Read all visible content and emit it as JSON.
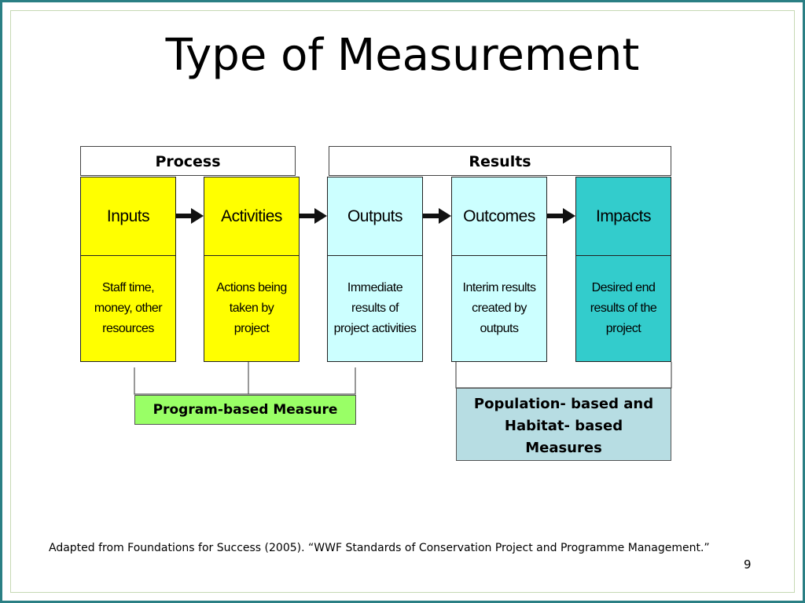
{
  "slide": {
    "title": "Type of Measurement",
    "page_number": "9",
    "citation": "Adapted from Foundations for Success (2005).  “WWF Standards of Conservation Project and Programme Management.”"
  },
  "diagram": {
    "groups": {
      "process": "Process",
      "results": "Results"
    },
    "stages": [
      {
        "name": "Inputs",
        "description": "Staff time,\nmoney, other\nresources",
        "color": "#ffff00"
      },
      {
        "name": "Activities",
        "description": "Actions being\ntaken by\nproject",
        "color": "#ffff00"
      },
      {
        "name": "Outputs",
        "description": "Immediate\nresults of\nproject activities",
        "color": "#ccffff"
      },
      {
        "name": "Outcomes",
        "description": "Interim results\ncreated by\noutputs",
        "color": "#ccffff"
      },
      {
        "name": "Impacts",
        "description": "Desired end\nresults of the\nproject",
        "color": "#33cccc"
      }
    ],
    "measures": {
      "program_based": {
        "label": "Program-based Measure",
        "color": "#99ff66"
      },
      "population_based": {
        "label": "Population- based and Habitat- based Measures",
        "color": "#b7dde3"
      }
    }
  },
  "colors": {
    "frame": "#2a7f84",
    "frame_inner": "#c6d9b4"
  }
}
